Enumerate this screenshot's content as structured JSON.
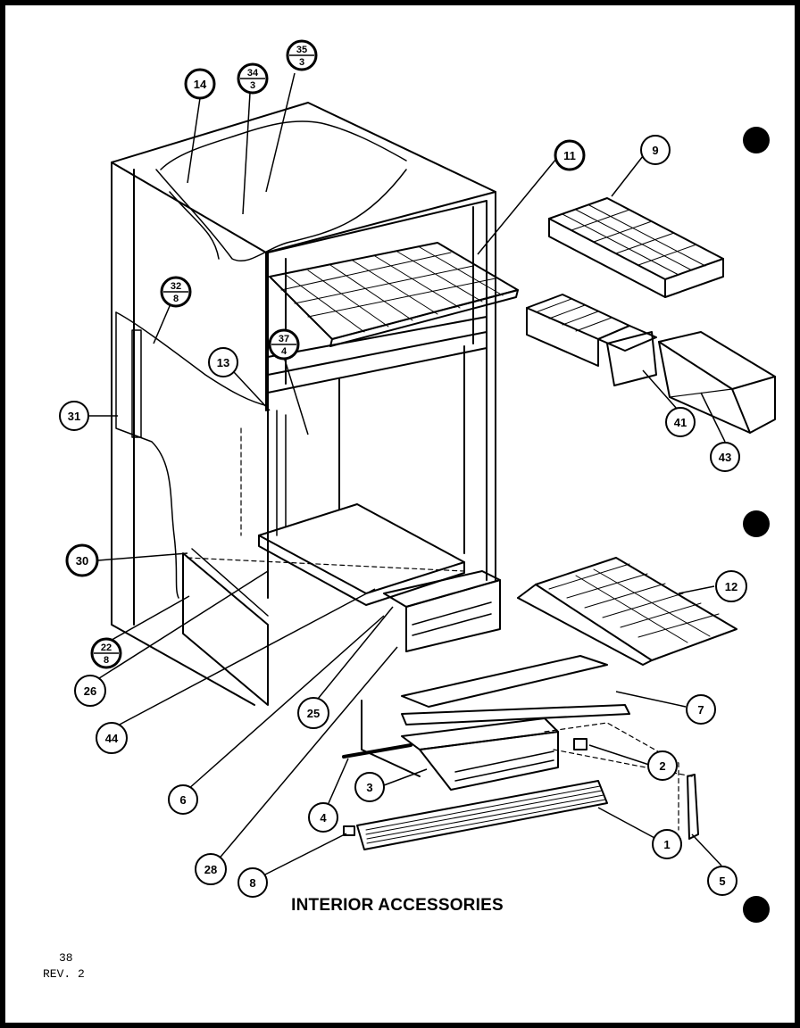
{
  "title": "INTERIOR ACCESSORIES",
  "page_number": "38",
  "revision": "REV. 2",
  "callouts": [
    {
      "id": "c14",
      "label": "14"
    },
    {
      "id": "c34",
      "num": "34",
      "den": "3"
    },
    {
      "id": "c35",
      "num": "35",
      "den": "3"
    },
    {
      "id": "c11",
      "label": "11"
    },
    {
      "id": "c9",
      "label": "9"
    },
    {
      "id": "c32",
      "num": "32",
      "den": "8"
    },
    {
      "id": "c37",
      "num": "37",
      "den": "4"
    },
    {
      "id": "c13",
      "label": "13"
    },
    {
      "id": "c31",
      "label": "31"
    },
    {
      "id": "c41",
      "label": "41"
    },
    {
      "id": "c43",
      "label": "43"
    },
    {
      "id": "c30",
      "label": "30"
    },
    {
      "id": "c12",
      "label": "12"
    },
    {
      "id": "c22",
      "num": "22",
      "den": "8"
    },
    {
      "id": "c26",
      "label": "26"
    },
    {
      "id": "c44",
      "label": "44"
    },
    {
      "id": "c25",
      "label": "25"
    },
    {
      "id": "c7",
      "label": "7"
    },
    {
      "id": "c2",
      "label": "2"
    },
    {
      "id": "c3",
      "label": "3"
    },
    {
      "id": "c6",
      "label": "6"
    },
    {
      "id": "c4",
      "label": "4"
    },
    {
      "id": "c1",
      "label": "1"
    },
    {
      "id": "c28",
      "label": "28"
    },
    {
      "id": "c8",
      "label": "8"
    },
    {
      "id": "c5",
      "label": "5"
    }
  ]
}
